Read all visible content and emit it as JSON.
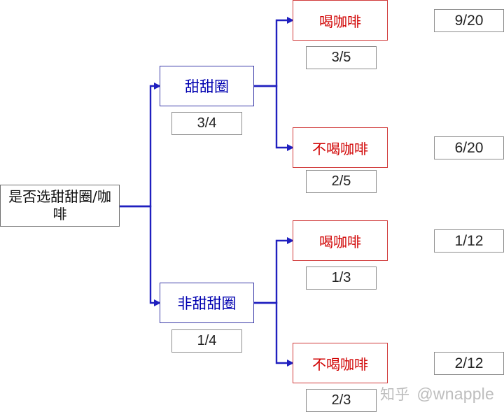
{
  "tree": {
    "root": {
      "label": "是否选甜甜圈/咖啡"
    },
    "branches": [
      {
        "label": "甜甜圈",
        "probability": "3/4",
        "children": [
          {
            "label": "喝咖啡",
            "probability": "3/5",
            "result": "9/20"
          },
          {
            "label": "不喝咖啡",
            "probability": "2/5",
            "result": "6/20"
          }
        ]
      },
      {
        "label": "非甜甜圈",
        "probability": "1/4",
        "children": [
          {
            "label": "喝咖啡",
            "probability": "1/3",
            "result": "1/12"
          },
          {
            "label": "不喝咖啡",
            "probability": "2/3",
            "result": "2/12"
          }
        ]
      }
    ]
  },
  "colors": {
    "connector": "#1f1fbf",
    "level1_text": "#0000b0",
    "level1_border": "#3a3aa8",
    "level2_text": "#d00000",
    "level2_border": "#d13b3b",
    "neutral_border": "#8c8c8c"
  },
  "watermark": {
    "site": "知乎",
    "handle": "@wnapple"
  }
}
